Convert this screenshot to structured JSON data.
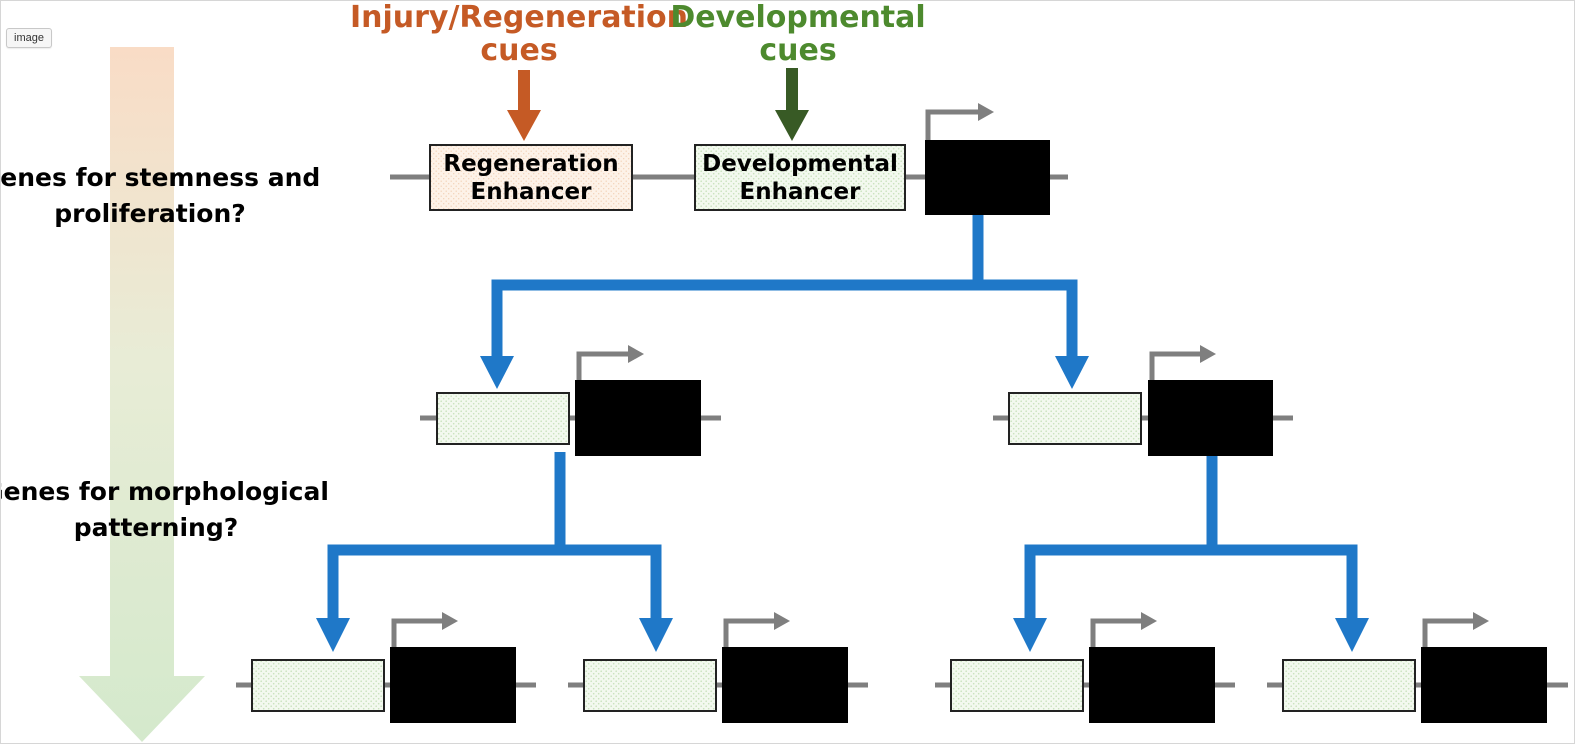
{
  "badge": {
    "label": "image"
  },
  "cues": {
    "injury": {
      "line1": "Injury/Regeneration",
      "line2": "cues",
      "color": "#c55a25"
    },
    "developmental": {
      "line1": "Developmental",
      "line2": "cues",
      "color": "#4d8a2e",
      "arrow_color": "#385a25"
    }
  },
  "enhancers": {
    "regeneration": {
      "line1": "Regeneration",
      "line2": "Enhancer",
      "fill": "#fcefe4"
    },
    "developmental": {
      "line1": "Developmental",
      "line2": "Enhancer",
      "fill": "#eaf4e3"
    }
  },
  "row_labels": {
    "stemness": {
      "line1": "Genes for stemness and",
      "line2": "proliferation?"
    },
    "patterning": {
      "line1": "Genes for morphological",
      "line2": "patterning?"
    }
  },
  "colors": {
    "cascade_arrow": "#1f78c8",
    "dna_line": "#7f7f7f",
    "gene_box": "#000000",
    "gradient_top": "#f9dcc6",
    "gradient_bottom": "#d4e9cc"
  }
}
